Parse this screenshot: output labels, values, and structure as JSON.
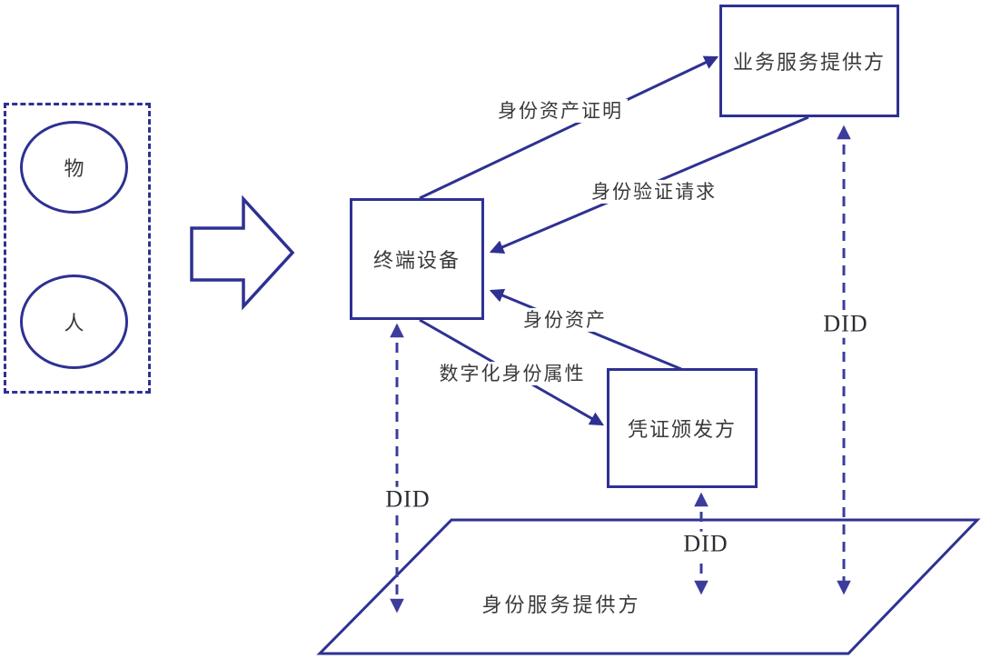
{
  "diagram": {
    "subjects": {
      "thing": "物",
      "person": "人"
    },
    "nodes": {
      "terminal": "终端设备",
      "business_provider": "业务服务提供方",
      "credential_issuer": "凭证颁发方",
      "identity_provider": "身份服务提供方"
    },
    "edges": {
      "proof": "身份资产证明",
      "verify_request": "身份验证请求",
      "asset": "身份资产",
      "attributes": "数字化身份属性",
      "did": "DID"
    },
    "colors": {
      "line": "#2e3192",
      "dashed_line": "#3b3c9c",
      "text": "#3a3a3a",
      "did_text": "#2b2b33"
    }
  }
}
